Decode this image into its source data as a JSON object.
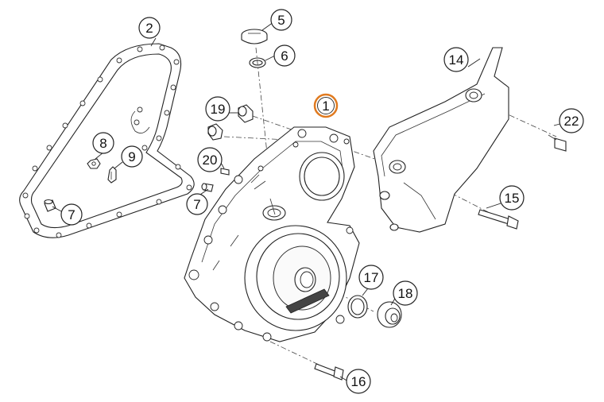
{
  "highlight_color": "#E07A1F",
  "callouts": [
    {
      "id": "c1",
      "label": "1",
      "highlighted": true
    },
    {
      "id": "c2",
      "label": "2"
    },
    {
      "id": "c5",
      "label": "5"
    },
    {
      "id": "c6",
      "label": "6"
    },
    {
      "id": "c7a",
      "label": "7"
    },
    {
      "id": "c7b",
      "label": "7"
    },
    {
      "id": "c8",
      "label": "8"
    },
    {
      "id": "c9",
      "label": "9"
    },
    {
      "id": "c14",
      "label": "14"
    },
    {
      "id": "c15",
      "label": "15"
    },
    {
      "id": "c16",
      "label": "16"
    },
    {
      "id": "c17",
      "label": "17"
    },
    {
      "id": "c18",
      "label": "18"
    },
    {
      "id": "c19",
      "label": "19"
    },
    {
      "id": "c20",
      "label": "20"
    },
    {
      "id": "c22",
      "label": "22"
    }
  ]
}
